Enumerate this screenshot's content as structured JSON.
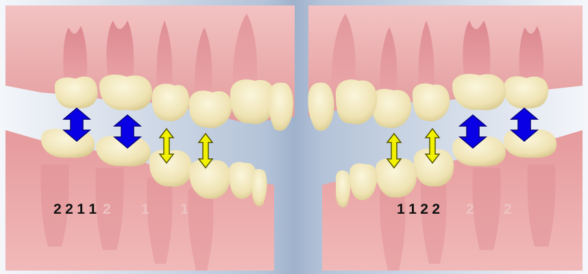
{
  "colors": {
    "background_light": "#e7edf5",
    "background_blue": "#9fb2cc",
    "gum": "#e9a3a3",
    "gum_dark": "#d77f83",
    "root": "#e48f95",
    "tooth": "#f3ebc4",
    "tooth_shadow": "#d9cc99",
    "blue_arrow": "#0a00e6",
    "yellow_arrow": "#f2f200",
    "label_dark": "#111111",
    "label_faint": "#eec3c3"
  },
  "left_side": {
    "bold_digits": [
      "2",
      "2",
      "1",
      "1"
    ],
    "faint_digits": [
      "2",
      "1",
      "1"
    ]
  },
  "right_side": {
    "bold_digits": [
      "1",
      "1",
      "2",
      "2"
    ],
    "faint_digits": [
      "2",
      "2"
    ]
  },
  "arrows": {
    "left": [
      "blue",
      "blue",
      "yellow",
      "yellow"
    ],
    "right": [
      "yellow",
      "yellow",
      "blue",
      "blue"
    ]
  }
}
